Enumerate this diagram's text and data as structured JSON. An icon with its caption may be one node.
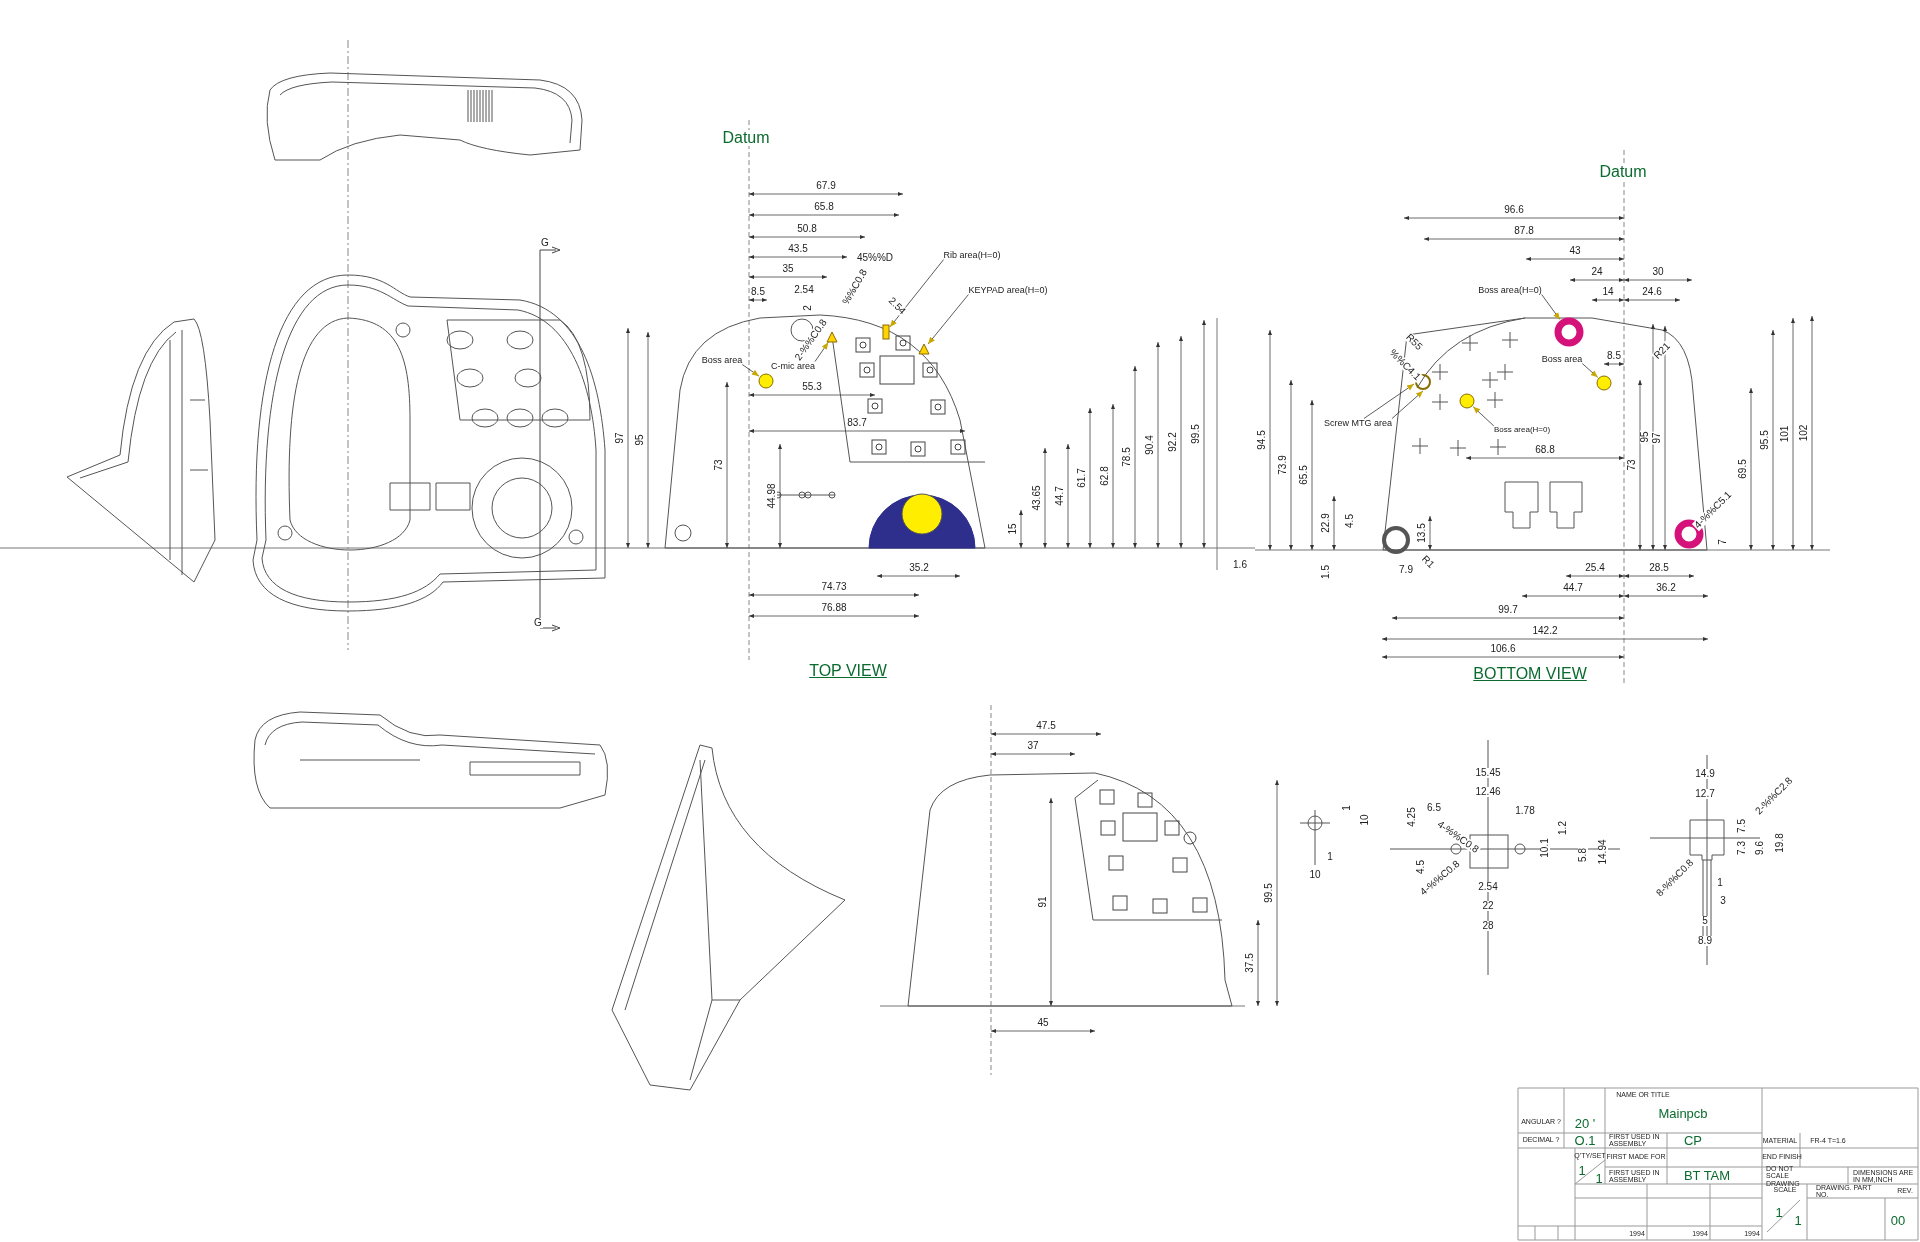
{
  "diagram": {
    "nodes": [
      {
        "text": [
          "Boss area"
        ]
      },
      {
        "text": [
          "C-mic area"
        ]
      },
      {
        "text": [
          "Rib area(H=0)"
        ]
      },
      {
        "text": [
          "KEYPAD area(H=0)"
        ]
      },
      {
        "text": [
          "Boss area(H=0)"
        ]
      },
      {
        "text": [
          "Boss area"
        ]
      },
      {
        "text": [
          "Screw MTG area"
        ]
      },
      {
        "text": [
          "Boss area(H=0)"
        ]
      },
      {
        "text": [],
        "shape": "circle"
      },
      {
        "text": [],
        "shape": "triangle"
      },
      {
        "text": [],
        "shape": "bar"
      },
      {
        "text": [],
        "shape": "triangle"
      },
      {
        "text": [],
        "shape": "circle"
      },
      {
        "text": [],
        "shape": "circle"
      },
      {
        "text": [],
        "shape": "circle"
      },
      {
        "text": [],
        "shape": "circle"
      }
    ],
    "edges": [
      {
        "from": 0,
        "to": 8,
        "arrow": "to"
      },
      {
        "from": 1,
        "to": 9,
        "arrow": "to"
      },
      {
        "from": 2,
        "to": 10,
        "arrow": "to"
      },
      {
        "from": 3,
        "to": 11,
        "arrow": "to"
      },
      {
        "from": 4,
        "to": 14,
        "arrow": "to"
      },
      {
        "from": 5,
        "to": 15,
        "arrow": "to"
      },
      {
        "from": 6,
        "to": 12,
        "arrow": "to"
      },
      {
        "from": 6,
        "to": 12,
        "arrow": "to"
      },
      {
        "from": 7,
        "to": 13,
        "arrow": "to"
      }
    ],
    "labels": [
      "G",
      "Datum",
      "Datum",
      "67.9",
      "65.8",
      "50.8",
      "43.5",
      "35",
      "8.5",
      "2.54",
      "2",
      "45%%D",
      "%%C0.8",
      "2.54",
      "2-%%C0.8",
      "55.3",
      "83.7",
      "97",
      "95",
      "73",
      "44.98",
      "43.65",
      "44.7",
      "61.7",
      "62.8",
      "78.5",
      "90.4",
      "92.2",
      "99.5",
      "15",
      "35.2",
      "1.6",
      "74.73",
      "76.88",
      "96.6",
      "87.8",
      "43",
      "24",
      "30",
      "14",
      "24.6",
      "R55",
      "8.5",
      "%%C4.1",
      "R21",
      "94.5",
      "73.9",
      "65.5",
      "68.8",
      "95",
      "97",
      "73",
      "69.5",
      "95.5",
      "101",
      "102",
      "22.9",
      "4.5",
      "13.5",
      "4-%%C5.1",
      "7",
      "1.5",
      "7.9",
      "R1",
      "25.4",
      "28.5",
      "44.7",
      "36.2",
      "99.7",
      "142.2",
      "106.6",
      "TOP VIEW",
      "BOTTOM VIEW",
      "G",
      "47.5",
      "37",
      "91",
      "99.5",
      "37.5",
      "45",
      "1",
      "10",
      "1",
      "10",
      "15.45",
      "12.46",
      "1.78",
      "4.25",
      "6.5",
      "4-%%C0.8",
      "1.2",
      "10.1",
      "5.8",
      "14.94",
      "4.5",
      "4-%%C0.8",
      "2.54",
      "22",
      "28",
      "14.9",
      "12.7",
      "2-%%C2.8",
      "7.5",
      "7.3",
      "9.6",
      "19.8",
      "8-%%C0.8",
      "1",
      "3",
      "5",
      "8.9",
      "NAME OR TITLE",
      "Mainpcb",
      "ANGULAR ?",
      "20 '",
      "DECIMAL ?",
      "O.1",
      "FIRST USED IN ASSEMBLY",
      "CP",
      "MATERIAL",
      "FR-4  T=1.6",
      "Q'TY/SET",
      "FIRST MADE FOR",
      "END FINISH",
      "1",
      "1",
      "FIRST USED IN ASSEMBLY",
      "BT TAM",
      "DO NOT SCALE DRAWING",
      "DIMENSIONS ARE IN MM,INCH",
      "SCALE",
      "DRAWING. PART NO.",
      "REV.",
      "1",
      "1",
      "00",
      "1994",
      "1994",
      "1994"
    ]
  }
}
